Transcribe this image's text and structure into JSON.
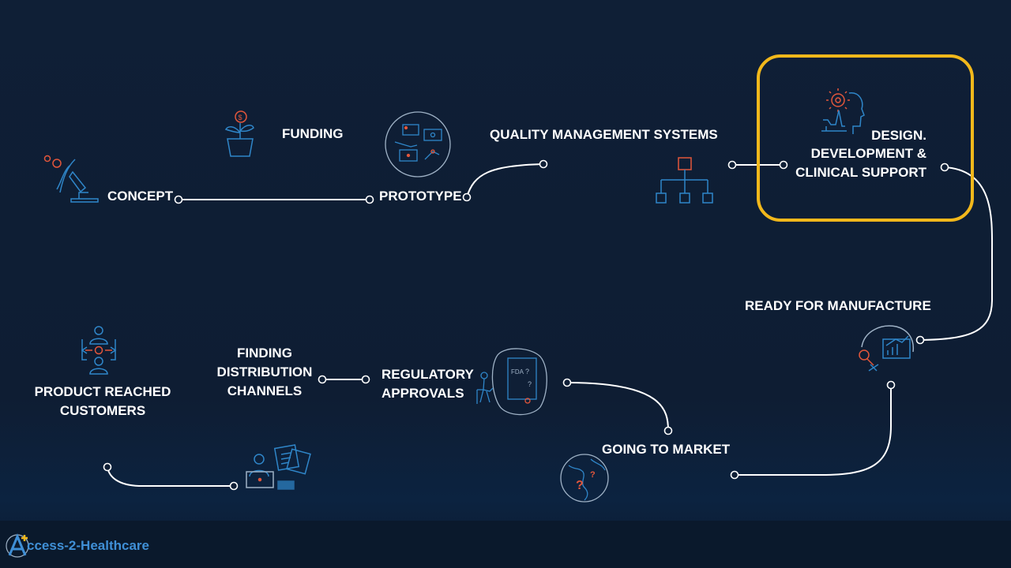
{
  "colors": {
    "background": "#0f1f36",
    "line": "#ffffff",
    "icon_blue": "#2f86c9",
    "icon_orange": "#e2563b",
    "highlight": "#f2b81b",
    "logo_blue": "#3f8fd6"
  },
  "stages": {
    "concept": "CONCEPT",
    "funding": "FUNDING",
    "prototype": "PROTOTYPE",
    "qms": "QUALITY MANAGEMENT SYSTEMS",
    "design_line1": "DESIGN.",
    "design_line2": "DEVELOPMENT &",
    "design_line3": "CLINICAL SUPPORT",
    "ready": "READY FOR MANUFACTURE",
    "going": "GOING TO MARKET",
    "regulatory_line1": "REGULATORY",
    "regulatory_line2": "APPROVALS",
    "distribution_line1": "FINDING",
    "distribution_line2": "DISTRIBUTION",
    "distribution_line3": "CHANNELS",
    "product_line1": "PRODUCT REACHED",
    "product_line2": "CUSTOMERS"
  },
  "icons": {
    "concept": "microscope-gear-icon",
    "funding": "money-plant-icon",
    "prototype": "prototype-devices-icon",
    "qms": "org-chart-icon",
    "design": "head-gear-icon",
    "ready": "manufacture-analytics-icon",
    "going": "globe-question-icon",
    "regulatory": "fda-document-icon",
    "distribution": "laptop-documents-icon",
    "product": "customer-network-icon"
  },
  "logo": {
    "text": "ccess-2-Healthcare"
  }
}
